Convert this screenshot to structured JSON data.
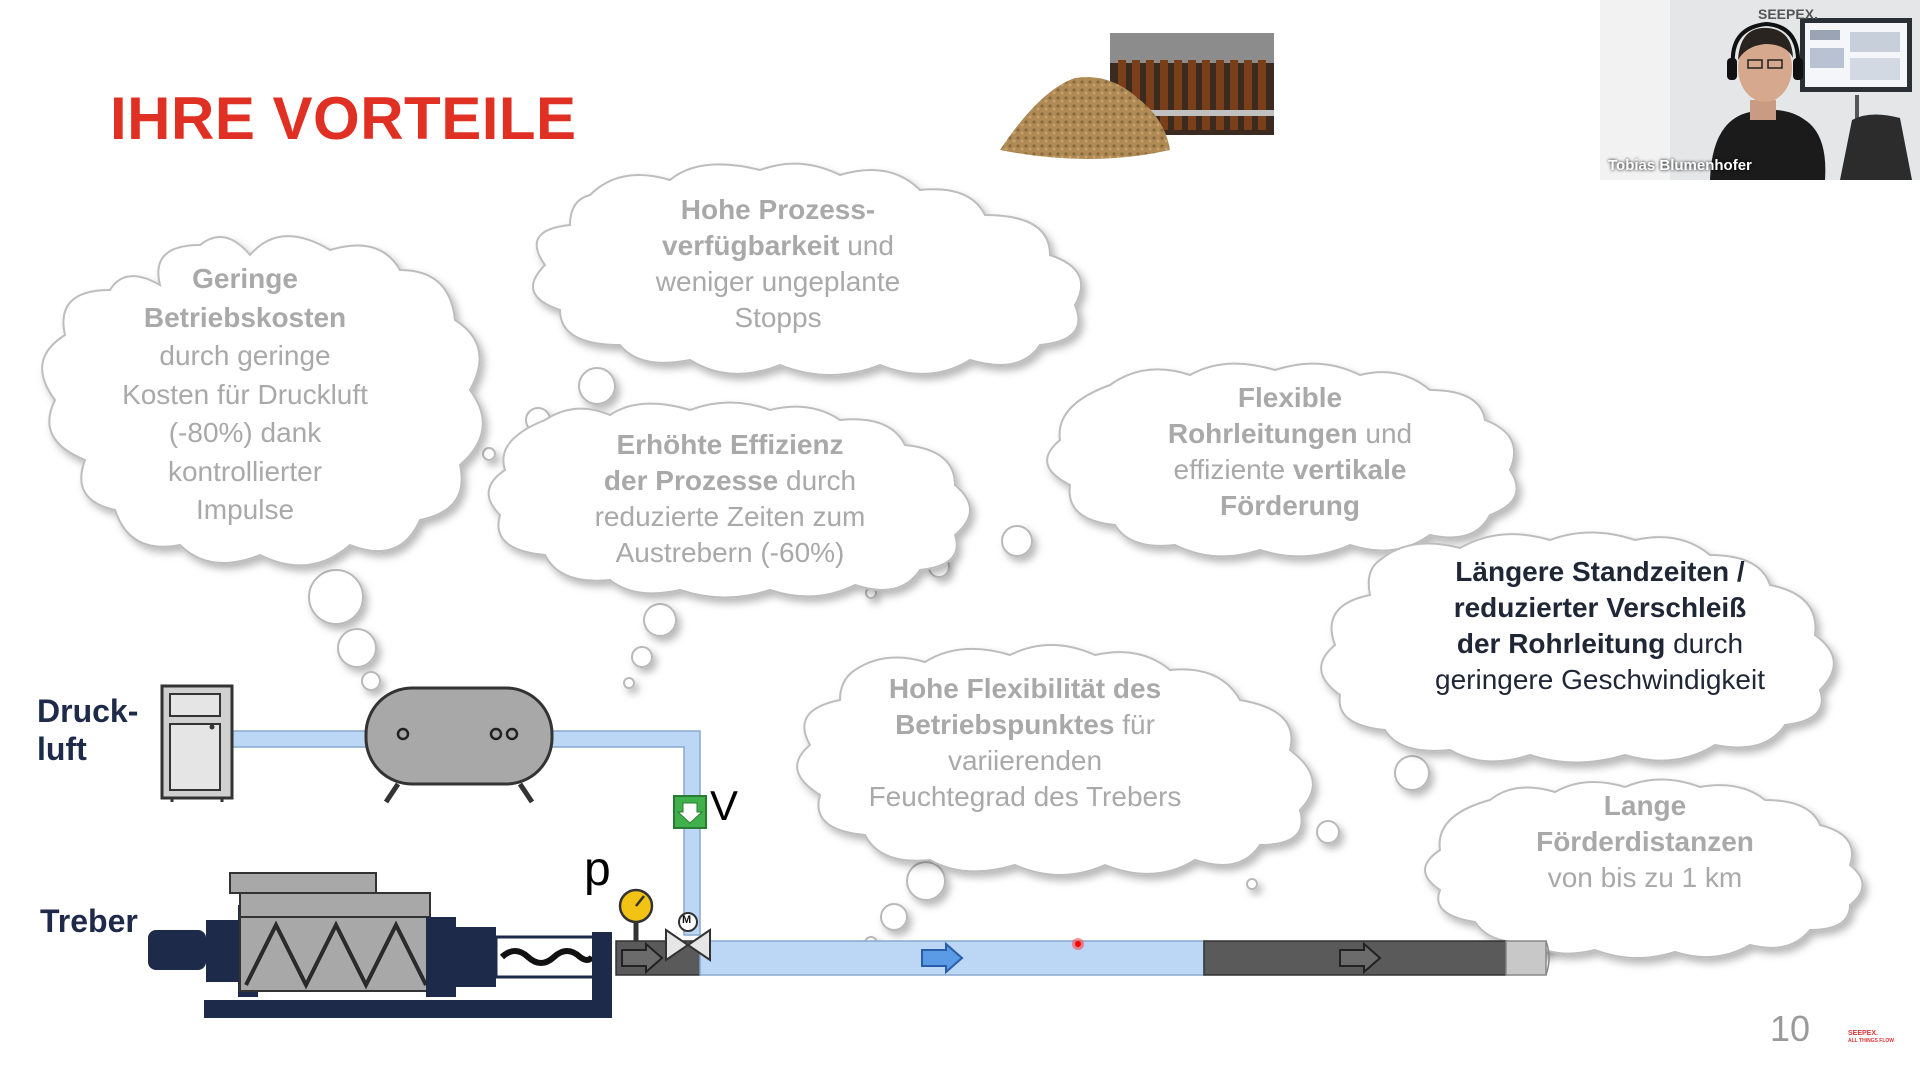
{
  "slide": {
    "title": "IHRE VORTEILE",
    "page_number": "10",
    "footer_logo_line1": "SEEPEX.",
    "footer_logo_line2": "ALL THINGS FLOW"
  },
  "clouds": [
    {
      "id": "betriebskosten",
      "lines": [
        [
          {
            "t": "Geringe",
            "b": true
          }
        ],
        [
          {
            "t": "Betriebskosten",
            "b": true
          }
        ],
        [
          {
            "t": "durch geringe",
            "b": false
          }
        ],
        [
          {
            "t": "Kosten für Druckluft",
            "b": false
          }
        ],
        [
          {
            "t": "(-80%) dank",
            "b": false
          }
        ],
        [
          {
            "t": "kontrollierter",
            "b": false
          }
        ],
        [
          {
            "t": "Impulse",
            "b": false
          }
        ]
      ]
    },
    {
      "id": "prozessverfuegbarkeit",
      "lines": [
        [
          {
            "t": "Hohe Prozess-",
            "b": true
          }
        ],
        [
          {
            "t": "verfügbarkeit",
            "b": true
          },
          {
            "t": " und",
            "b": false
          }
        ],
        [
          {
            "t": "weniger ungeplante",
            "b": false
          }
        ],
        [
          {
            "t": "Stopps",
            "b": false
          }
        ]
      ]
    },
    {
      "id": "effizienz",
      "lines": [
        [
          {
            "t": "Erhöhte Effizienz",
            "b": true
          }
        ],
        [
          {
            "t": "der Prozesse",
            "b": true
          },
          {
            "t": "  durch",
            "b": false
          }
        ],
        [
          {
            "t": "reduzierte Zeiten zum",
            "b": false
          }
        ],
        [
          {
            "t": "Austrebern (-60%)",
            "b": false
          }
        ]
      ]
    },
    {
      "id": "rohrleitungen",
      "lines": [
        [
          {
            "t": "Flexible",
            "b": true
          }
        ],
        [
          {
            "t": "Rohrleitungen",
            "b": true
          },
          {
            "t": " und",
            "b": false
          }
        ],
        [
          {
            "t": "effiziente ",
            "b": false
          },
          {
            "t": "vertikale",
            "b": true
          }
        ],
        [
          {
            "t": "Förderung",
            "b": true
          }
        ]
      ]
    },
    {
      "id": "standzeiten",
      "lines": [
        [
          {
            "t": "Längere Standzeiten /",
            "b": true
          }
        ],
        [
          {
            "t": "reduzierter Verschleiß",
            "b": true
          }
        ],
        [
          {
            "t": "der Rohrleitung",
            "b": true
          },
          {
            "t": " durch",
            "b": false
          }
        ],
        [
          {
            "t": "geringere Geschwindigkeit",
            "b": false
          }
        ]
      ]
    },
    {
      "id": "flexibilitaet",
      "lines": [
        [
          {
            "t": "Hohe Flexibilität des",
            "b": true
          }
        ],
        [
          {
            "t": "Betriebspunktes",
            "b": true
          },
          {
            "t": " für",
            "b": false
          }
        ],
        [
          {
            "t": "variierenden",
            "b": false
          }
        ],
        [
          {
            "t": "Feuchtegrad des Trebers",
            "b": false
          }
        ]
      ]
    },
    {
      "id": "foerderdistanzen",
      "lines": [
        [
          {
            "t": "Lange",
            "b": true
          }
        ],
        [
          {
            "t": "Förderdistanzen",
            "b": true
          }
        ],
        [
          {
            "t": "von bis zu 1 km",
            "b": false
          }
        ]
      ]
    }
  ],
  "labels": {
    "druckluft_line1": "Druck-",
    "druckluft_line2": "luft",
    "treber": "Treber",
    "pressure": "p",
    "valve": "V",
    "motor": "M"
  },
  "webcam": {
    "participant_name": "Tobias Blumenhofer",
    "logo": "SEEPEX."
  },
  "colors": {
    "title_red": "#e03024",
    "pipe_blue": "#bcd6f5",
    "pipe_gray": "#5a5a5a",
    "cloud_text_gray": "#a9a9a9",
    "valve_green": "#3fb04a",
    "gauge_yellow": "#f2c314"
  }
}
